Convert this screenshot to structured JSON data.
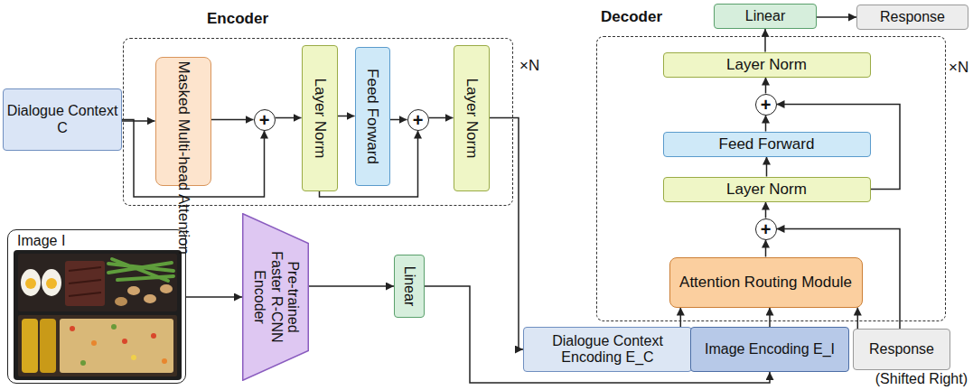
{
  "diagram": {
    "nodes": [
      {
        "text": [
          "Dialogue Context C"
        ]
      },
      {
        "text": [
          "Encoder",
          "×N"
        ]
      },
      {
        "text": [
          "Masked Multi-head Attention"
        ],
        "in": 1
      },
      {
        "text": [
          "+"
        ],
        "in": 1
      },
      {
        "text": [
          "Layer Norm"
        ],
        "in": 1
      },
      {
        "text": [
          "Feed Forward"
        ],
        "in": 1
      },
      {
        "text": [
          "+"
        ],
        "in": 1
      },
      {
        "text": [
          "Layer Norm"
        ],
        "in": 1
      },
      {
        "text": [
          "Image I"
        ]
      },
      {
        "text": [
          "Pre-trained Faster R-CNN Encoder"
        ]
      },
      {
        "text": [
          "Linear"
        ]
      },
      {
        "text": [
          "Decoder",
          "×N"
        ]
      },
      {
        "text": [
          "Linear"
        ]
      },
      {
        "text": [
          "Response"
        ]
      },
      {
        "text": [
          "Layer Norm"
        ],
        "in": 11
      },
      {
        "text": [
          "+"
        ],
        "in": 11
      },
      {
        "text": [
          "Feed Forward"
        ],
        "in": 11
      },
      {
        "text": [
          "Layer Norm"
        ],
        "in": 11
      },
      {
        "text": [
          "+"
        ],
        "in": 11
      },
      {
        "text": [
          "Attention Routing Module"
        ],
        "in": 11
      },
      {
        "text": [
          "Dialogue Context Encoding E_C"
        ]
      },
      {
        "text": [
          "Image Encoding E_I"
        ]
      },
      {
        "text": [
          "Response"
        ]
      }
    ],
    "edges": [
      {
        "from": 0,
        "to": 2,
        "arrow": "to"
      },
      {
        "from": 0,
        "to": 3,
        "arrow": "to"
      },
      {
        "from": 2,
        "to": 3,
        "arrow": "to"
      },
      {
        "from": 3,
        "to": 4,
        "arrow": "to"
      },
      {
        "from": 4,
        "to": 5,
        "arrow": "to"
      },
      {
        "from": 4,
        "to": 6,
        "arrow": "to"
      },
      {
        "from": 5,
        "to": 6,
        "arrow": "to"
      },
      {
        "from": 6,
        "to": 7,
        "arrow": "to"
      },
      {
        "from": 7,
        "to": 20,
        "arrow": "to"
      },
      {
        "from": 8,
        "to": 9,
        "arrow": "to"
      },
      {
        "from": 9,
        "to": 10,
        "arrow": "to"
      },
      {
        "from": 10,
        "to": 21,
        "arrow": "to"
      },
      {
        "from": 19,
        "to": 18,
        "arrow": "to"
      },
      {
        "from": 18,
        "to": 17,
        "arrow": "to"
      },
      {
        "from": 17,
        "to": 16,
        "arrow": "to"
      },
      {
        "from": 16,
        "to": 15,
        "arrow": "to"
      },
      {
        "from": 15,
        "to": 14,
        "arrow": "to"
      },
      {
        "from": 14,
        "to": 12,
        "arrow": "to"
      },
      {
        "from": 12,
        "to": 13,
        "arrow": "to"
      },
      {
        "from": 17,
        "to": 15,
        "arrow": "to"
      },
      {
        "from": 22,
        "to": 18,
        "arrow": "to"
      },
      {
        "from": 20,
        "to": 19,
        "arrow": "to"
      },
      {
        "from": 21,
        "to": 19,
        "arrow": "to"
      },
      {
        "from": 22,
        "to": 19,
        "arrow": "to"
      }
    ],
    "labels": [
      "(Shifted Right)"
    ]
  }
}
